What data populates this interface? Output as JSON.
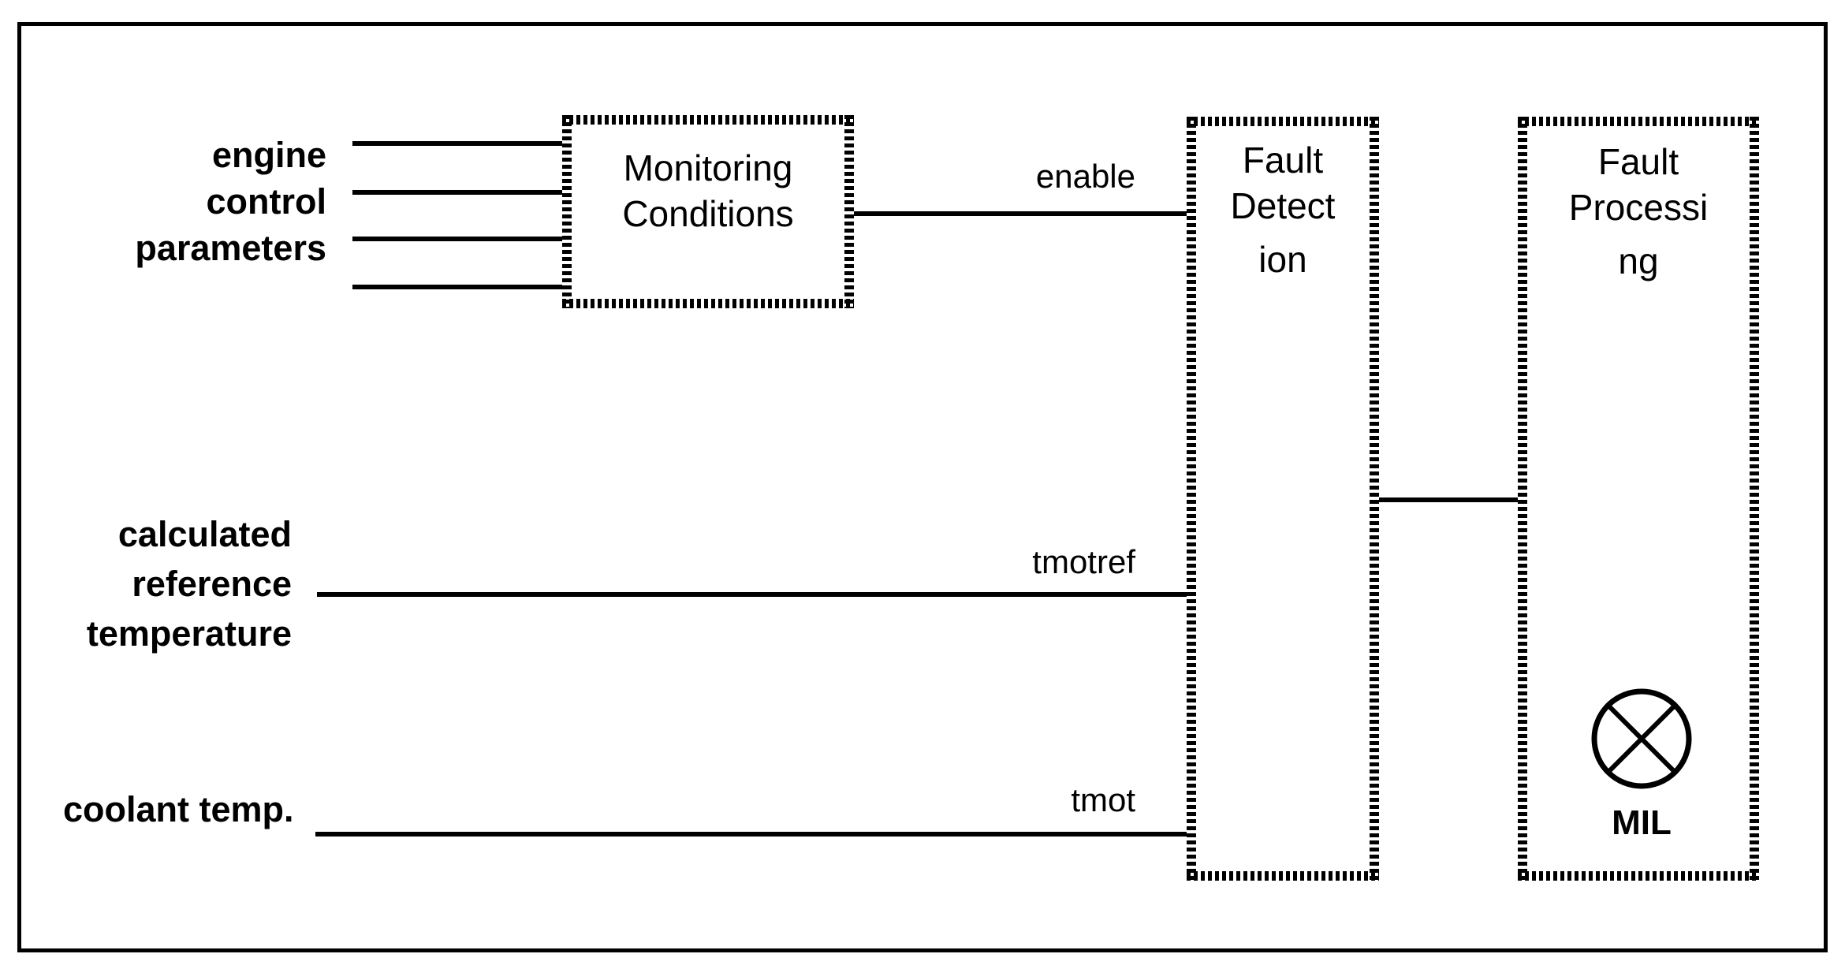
{
  "colors": {
    "ink": "#000000",
    "paper": "#ffffff"
  },
  "inputs": {
    "engine": {
      "line1": "engine",
      "line2": "control",
      "line3": "parameters"
    },
    "reference": {
      "line1": "calculated",
      "line2": "reference",
      "line3": "temperature"
    },
    "coolant": {
      "label": "coolant temp."
    }
  },
  "signals": {
    "enable": {
      "label": "enable"
    },
    "tmotref": {
      "label": "tmotref"
    },
    "tmot": {
      "label": "tmot"
    }
  },
  "blocks": {
    "monitoring": {
      "line1": "Monitoring",
      "line2": "Conditions"
    },
    "detection": {
      "line1": "Fault",
      "line2": "Detect",
      "line3": "ion"
    },
    "processing": {
      "line1": "Fault",
      "line2": "Processi",
      "line3": "ng"
    }
  },
  "mil": {
    "label": "MIL",
    "icon": "indicator-lamp-icon"
  }
}
